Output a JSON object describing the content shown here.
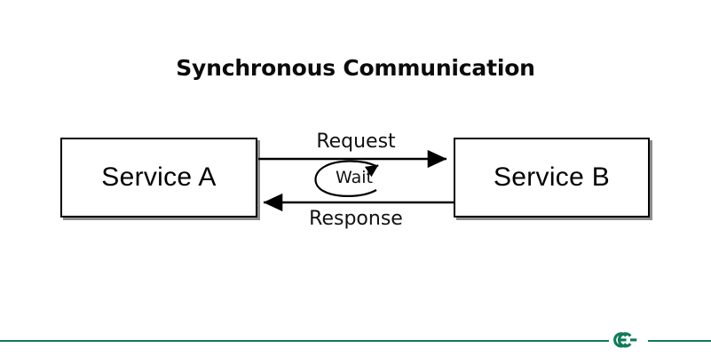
{
  "diagram": {
    "title": "Synchronous Communication",
    "type": "sequence-flow",
    "background_color": "#ffffff",
    "nodes": [
      {
        "id": "service-a",
        "label": "Service A"
      },
      {
        "id": "service-b",
        "label": "Service B"
      }
    ],
    "edges": [
      {
        "id": "request",
        "label": "Request",
        "from": "service-a",
        "to": "service-b",
        "direction": "right"
      },
      {
        "id": "response",
        "label": "Response",
        "from": "service-b",
        "to": "service-a",
        "direction": "left"
      },
      {
        "id": "wait",
        "label": "Wait",
        "shape": "loop-ellipse",
        "direction": "clockwise"
      }
    ],
    "colors": {
      "stroke": "#000000",
      "box_shadow": "#8c8c8c",
      "text": "#111111",
      "brand_green": "#0f7b56"
    }
  },
  "footer": {
    "logo_name": "geeksforgeeks-logo",
    "rule_color": "#0f7b56"
  }
}
